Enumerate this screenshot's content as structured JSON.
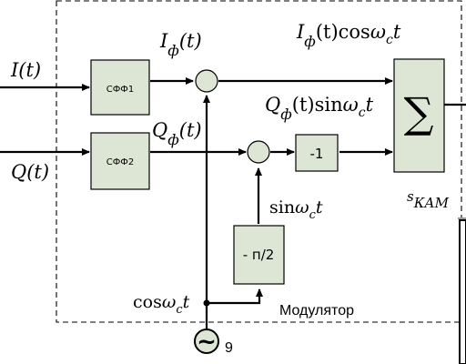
{
  "blocks": {
    "sff1": "СФФ1",
    "sff2": "СФФ2",
    "neg": "-1",
    "phase": "- п/2",
    "sum": "∑"
  },
  "labels": {
    "in_i": "I(t)",
    "in_q": "Q(t)",
    "i_phi": "I",
    "i_phi_t": "(t)",
    "q_phi": "Q",
    "q_phi_t": "(t)",
    "top_prod_1": "I",
    "top_prod_2": "(t)cos",
    "mid_prod_1": "Q",
    "mid_prod_2": "(t)sin",
    "sin_text": "sin",
    "cos_text": "cos",
    "out_s": "s",
    "out_kam": "КАМ",
    "phi": "ф",
    "omega": "ω",
    "c_sub": "c",
    "t_var": "t",
    "modulator": "Модулятор",
    "osc_num": "9",
    "osc_symbol": "~"
  },
  "colors": {
    "block_fill": "#dde5d4",
    "line": "#000000"
  }
}
